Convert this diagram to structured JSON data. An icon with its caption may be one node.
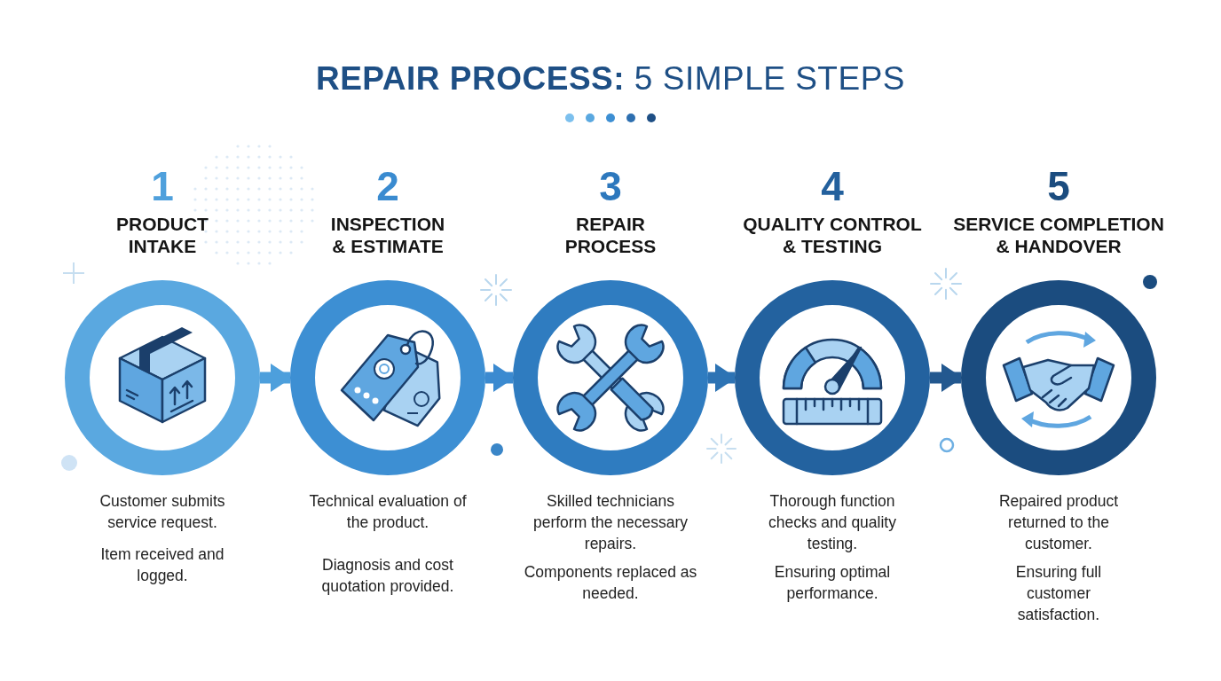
{
  "diagram": {
    "title": "**REPAIR PROCESS:** 5 SIMPLE STEPS",
    "nodes": [
      {
        "text": [
          "1",
          "PRODUCT INTAKE",
          "Customer submits service request.",
          "Item received and logged."
        ]
      },
      {
        "text": [
          "2",
          "INSPECTION & ESTIMATE",
          "Technical evaluation of the product.",
          "Diagnosis and cost quotation provided."
        ]
      },
      {
        "text": [
          "3",
          "REPAIR PROCESS",
          "Skilled technicians perform the necessary repairs.",
          "Components replaced as needed."
        ]
      },
      {
        "text": [
          "4",
          "QUALITY CONTROL & TESTING",
          "Thorough function checks and quality testing.",
          "Ensuring optimal performance."
        ]
      },
      {
        "text": [
          "5",
          "SERVICE COMPLETION & HANDOVER",
          "Repaired product returned to the customer.",
          "Ensuring full customer satisfaction."
        ]
      }
    ],
    "edges": [
      {
        "from": 0,
        "to": 1,
        "arrow": "to"
      },
      {
        "from": 1,
        "to": 2,
        "arrow": "to"
      },
      {
        "from": 2,
        "to": 3,
        "arrow": "to"
      },
      {
        "from": 3,
        "to": 4,
        "arrow": "to"
      }
    ]
  }
}
